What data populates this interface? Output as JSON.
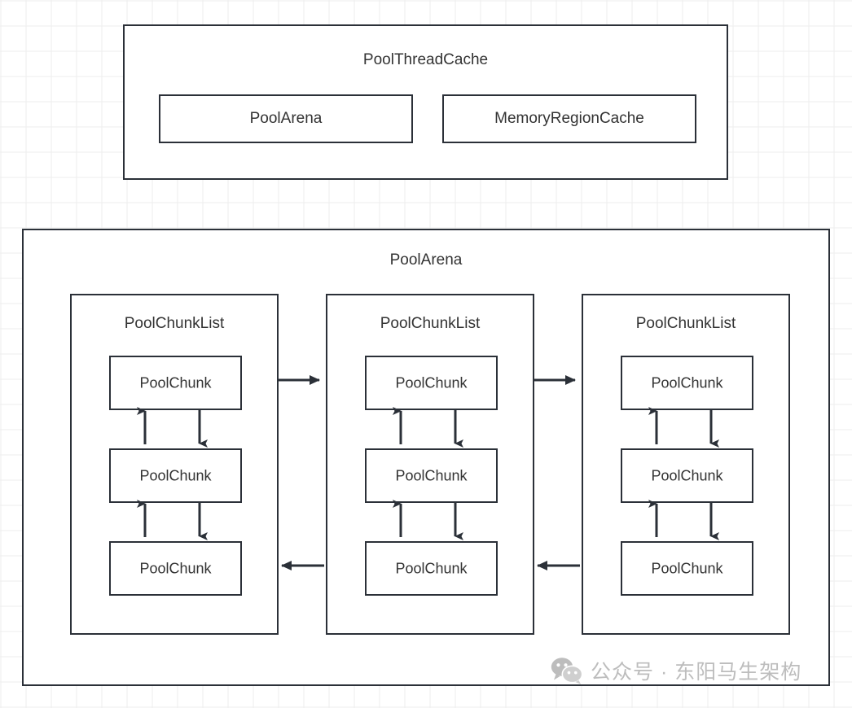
{
  "diagram": {
    "title_top": "PoolThreadCache",
    "title_bottom": "PoolArena",
    "thread_cache": {
      "label": "PoolThreadCache",
      "children": [
        {
          "label": "PoolArena"
        },
        {
          "label": "MemoryRegionCache"
        }
      ]
    },
    "arena": {
      "label": "PoolArena",
      "chunk_lists": [
        {
          "label": "PoolChunkList",
          "chunks": [
            {
              "label": "PoolChunk"
            },
            {
              "label": "PoolChunk"
            },
            {
              "label": "PoolChunk"
            }
          ]
        },
        {
          "label": "PoolChunkList",
          "chunks": [
            {
              "label": "PoolChunk"
            },
            {
              "label": "PoolChunk"
            },
            {
              "label": "PoolChunk"
            }
          ]
        },
        {
          "label": "PoolChunkList",
          "chunks": [
            {
              "label": "PoolChunk"
            },
            {
              "label": "PoolChunk"
            },
            {
              "label": "PoolChunk"
            }
          ]
        }
      ]
    },
    "connections": {
      "forward_arrows": [
        {
          "from": "chunklist-0",
          "to": "chunklist-1",
          "direction": "right"
        },
        {
          "from": "chunklist-1",
          "to": "chunklist-2",
          "direction": "right"
        }
      ],
      "backward_arrows": [
        {
          "from": "chunklist-1",
          "to": "chunklist-0",
          "direction": "left"
        },
        {
          "from": "chunklist-2",
          "to": "chunklist-1",
          "direction": "left"
        }
      ],
      "intra_list_arrows": "prev-up / next-down between adjacent PoolChunk nodes"
    }
  },
  "watermark": {
    "icon": "wechat-icon",
    "text": "公众号 · 东阳马生架构"
  },
  "colors": {
    "stroke": "#2b3038",
    "text": "#333333",
    "background": "#ffffff",
    "grid_minor": "#eeeeee",
    "grid_major": "#e3e3e3",
    "watermark": "#bdbdbd"
  }
}
